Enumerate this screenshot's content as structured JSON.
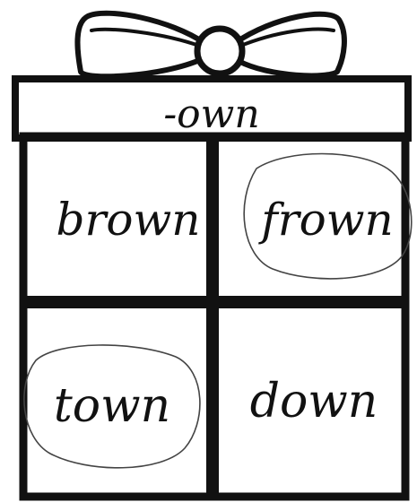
{
  "lid": {
    "label": "-own"
  },
  "words": [
    {
      "text": "brown",
      "circled": false
    },
    {
      "text": "frown",
      "circled": true
    },
    {
      "text": "town",
      "circled": true
    },
    {
      "text": "down",
      "circled": false
    }
  ],
  "colors": {
    "ink": "#111111",
    "pencil": "#444444",
    "paper": "#ffffff"
  }
}
